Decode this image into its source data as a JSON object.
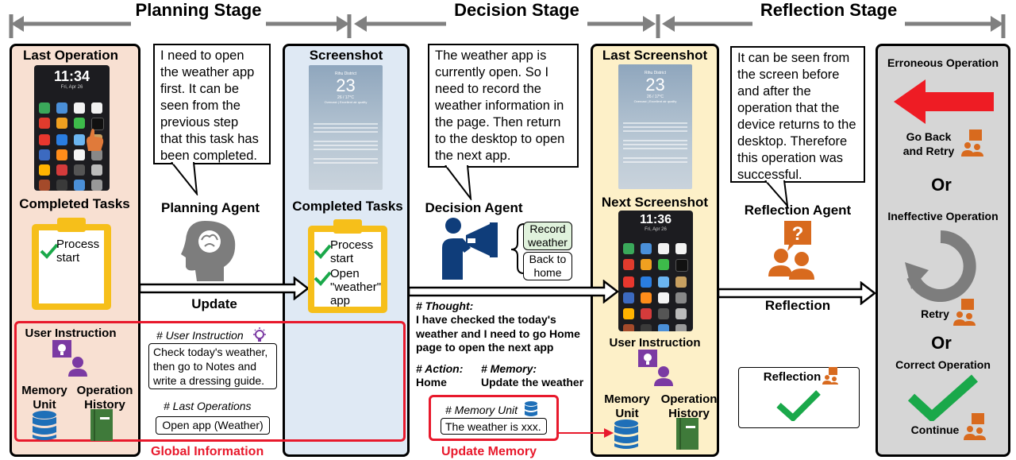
{
  "stages": {
    "planning": "Planning Stage",
    "decision": "Decision Stage",
    "reflection": "Reflection Stage"
  },
  "phone": {
    "time": "11:34",
    "time2": "11:36",
    "date": "Fri, Apr 26"
  },
  "weather": {
    "temp": "23",
    "location": "Rihu District",
    "range": "26 / 17°C",
    "status": "Overcast | Excellent air quality"
  },
  "planning": {
    "last_operation": "Last Operation",
    "completed_tasks": "Completed Tasks",
    "task1": "Process start",
    "thought": "I need to open the weather app first. It can be seen from the previous step that this task has been completed.",
    "agent": "Planning Agent",
    "update": "Update",
    "user_instruction": "User Instruction",
    "memory_unit": "Memory Unit",
    "operation_history": "Operation History",
    "instr_header": "# User Instruction",
    "instr_text": "Check today's weather, then go to Notes and write a dressing guide.",
    "last_ops_header": "# Last Operations",
    "last_ops_text": "Open app (Weather)",
    "global_info": "Global Information"
  },
  "decision": {
    "screenshot": "Screenshot",
    "completed_tasks": "Completed Tasks",
    "task1": "Process start",
    "task2": "Open \"weather\" app",
    "thought": "The weather app is currently open. So I need to record the weather information in the page. Then return to the desktop to open the next app.",
    "agent": "Decision Agent",
    "opt1": "Record weather",
    "opt2": "Back to home",
    "user_instruction": "User Instruction",
    "memory_unit": "Memory Unit",
    "operation_history": "Operation History",
    "thought_header": "# Thought:",
    "thought_text": "I have checked the today's weather and I need to go Home page to open the next app",
    "action_header": "# Action:",
    "action_text": "Home",
    "memory_header": "# Memory:",
    "memory_text": "Update the weather",
    "memunit_header": "# Memory Unit",
    "memunit_text": "The weather is xxx.",
    "update_memory": "Update Memory"
  },
  "reflection": {
    "last_screenshot": "Last Screenshot",
    "next_screenshot": "Next Screenshot",
    "user_instruction": "User Instruction",
    "memory_unit": "Memory Unit",
    "operation_history": "Operation History",
    "thought": "It can be seen from the screen before and after the operation that the device returns to the desktop. Therefore this operation was successful.",
    "agent": "Reflection Agent",
    "reflection_arrow": "Reflection",
    "reflection_box": "Reflection"
  },
  "outcomes": {
    "erroneous": "Erroneous Operation",
    "go_back": "Go Back and Retry",
    "or1": "Or",
    "ineffective": "Ineffective Operation",
    "retry": "Retry",
    "or2": "Or",
    "correct": "Correct Operation",
    "continue": "Continue"
  },
  "colors": {
    "planning_bg": "#f8e0d2",
    "decision_bg": "#dfe9f4",
    "reflection_bg": "#fdf0c8",
    "outcome_bg": "#d6d6d6",
    "clipboard": "#f6bf1a",
    "red": "#e8192c",
    "green": "#1aa84a",
    "purple": "#7b3aa3",
    "orange": "#d86a1e",
    "blue": "#1e6fb8",
    "navy": "#0f3d7a",
    "book": "#3f7a3a"
  }
}
